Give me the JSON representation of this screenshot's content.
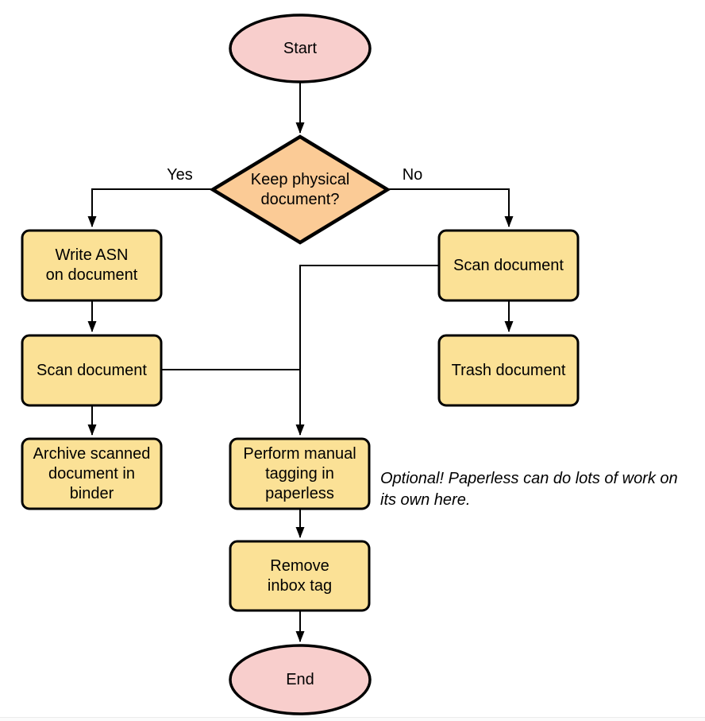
{
  "diagram": {
    "title": "Document scanning workflow flowchart",
    "colors": {
      "terminal_fill": "#F8CECC",
      "decision_fill": "#FBCB96",
      "process_fill": "#FBE196",
      "stroke": "#000000"
    },
    "nodes": {
      "start": {
        "label": "Start",
        "shape": "ellipse"
      },
      "decision": {
        "label": "Keep physical\ndocument?",
        "shape": "diamond"
      },
      "write_asn": {
        "label": "Write ASN\non document",
        "shape": "rounded-rect"
      },
      "scan_left": {
        "label": "Scan document",
        "shape": "rounded-rect"
      },
      "archive": {
        "label": "Archive scanned\ndocument in\nbinder",
        "shape": "rounded-rect"
      },
      "scan_right": {
        "label": "Scan document",
        "shape": "rounded-rect"
      },
      "trash": {
        "label": "Trash document",
        "shape": "rounded-rect"
      },
      "tagging": {
        "label": "Perform manual\ntagging in\npaperless",
        "shape": "rounded-rect"
      },
      "remove_inbox": {
        "label": "Remove\ninbox tag",
        "shape": "rounded-rect"
      },
      "end": {
        "label": "End",
        "shape": "ellipse"
      }
    },
    "edge_labels": {
      "yes": "Yes",
      "no": "No"
    },
    "note": "Optional! Paperless can do lots of work on\nits own here."
  }
}
